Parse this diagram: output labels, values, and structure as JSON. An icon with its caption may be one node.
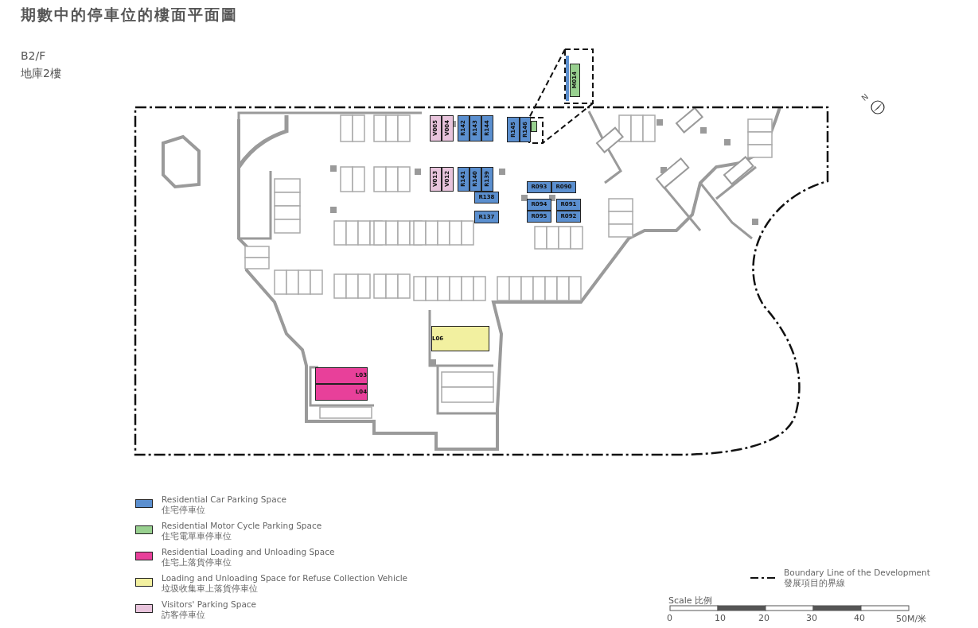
{
  "diagram": {
    "title": "期數中的停車位的樓面平面圖",
    "nodes": [
      {
        "text": [
          "V005"
        ]
      },
      {
        "text": [
          "V004"
        ]
      },
      {
        "text": [
          "R142"
        ]
      },
      {
        "text": [
          "R143"
        ]
      },
      {
        "text": [
          "R144"
        ]
      },
      {
        "text": [
          "R145"
        ]
      },
      {
        "text": [
          "R146"
        ]
      },
      {
        "text": [],
        "shape": "box"
      },
      {
        "text": [
          "M014"
        ]
      },
      {
        "text": [
          "V013"
        ]
      },
      {
        "text": [
          "V012"
        ]
      },
      {
        "text": [
          "R141"
        ]
      },
      {
        "text": [
          "R140"
        ]
      },
      {
        "text": [
          "R139"
        ]
      },
      {
        "text": [
          "R138"
        ]
      },
      {
        "text": [
          "R093"
        ]
      },
      {
        "text": [
          "R090"
        ]
      },
      {
        "text": [
          "R094"
        ]
      },
      {
        "text": [
          "R091"
        ]
      },
      {
        "text": [
          "R137"
        ]
      },
      {
        "text": [
          "R095"
        ]
      },
      {
        "text": [
          "R092"
        ]
      },
      {
        "text": [
          "L06"
        ]
      },
      {
        "text": [
          "L03"
        ]
      },
      {
        "text": [
          "L04"
        ]
      }
    ],
    "labels": [
      "B2/F",
      "地庫2樓",
      "N",
      "Scale 比例",
      "0",
      "10",
      "20",
      "30",
      "40",
      "50M/米"
    ],
    "legend": [
      {
        "text": "Residential Car Parking Space 住宅停車位",
        "color": "#5b8fcf"
      },
      {
        "text": "Residential Motor Cycle Parking Space 住宅電單車停車位",
        "color": "#98d08f"
      },
      {
        "text": "Residential Loading and Unloading Space 住宅上落貨停車位",
        "color": "#e8409a"
      },
      {
        "text": "Loading and Unloading Space for Refuse Collection Vehicle 垃圾收集車上落貨停車位",
        "color": "#f2f0a0"
      },
      {
        "text": "Visitors' Parking Space 訪客停車位",
        "color": "#e8c4dc"
      },
      {
        "text": "Boundary Line of the Development 發展項目的界線"
      }
    ]
  }
}
